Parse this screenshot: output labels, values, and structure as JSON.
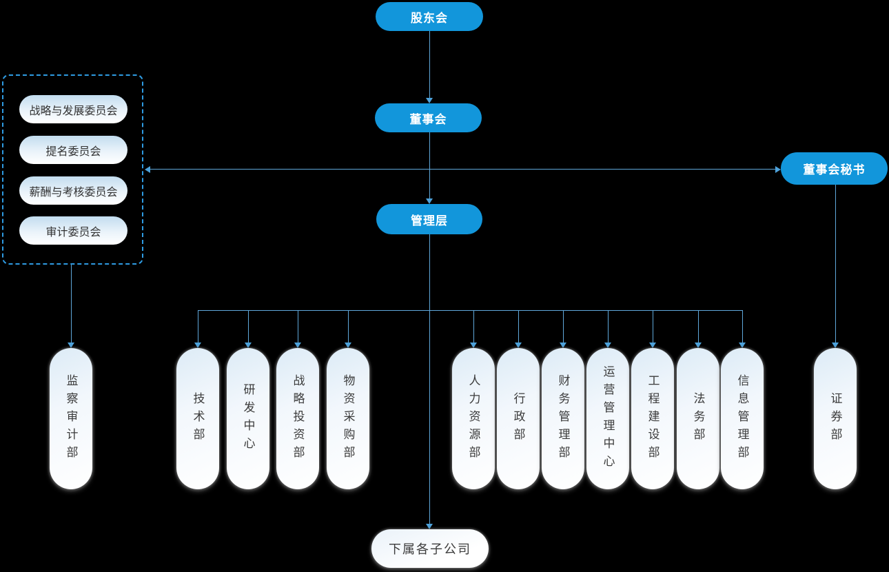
{
  "colors": {
    "background": "#000000",
    "node_fill_blue": "#1296db",
    "node_text_blue_pill": "#ffffff",
    "connector_line": "#60a9dc",
    "arrowhead": "#4da2db",
    "dashed_border": "#2f9ce3",
    "light_pill_gradient_top": "#c2dcef",
    "light_pill_text": "#3b3b3b"
  },
  "nodes": {
    "shareholders": {
      "label": "股东会"
    },
    "board": {
      "label": "董事会"
    },
    "board_secretary": {
      "label": "董事会秘书"
    },
    "management": {
      "label": "管理层"
    },
    "subsidiaries": {
      "label": "下属各子公司"
    }
  },
  "committees": [
    {
      "label": "战略与发展委员会"
    },
    {
      "label": "提名委员会"
    },
    {
      "label": "薪酬与考核委员会"
    },
    {
      "label": "审计委员会"
    }
  ],
  "departments": [
    {
      "label": "监察审计部"
    },
    {
      "label": "技术部"
    },
    {
      "label": "研发中心"
    },
    {
      "label": "战略投资部"
    },
    {
      "label": "物资采购部"
    },
    {
      "label": "人力资源部"
    },
    {
      "label": "行政部"
    },
    {
      "label": "财务管理部"
    },
    {
      "label": "运营管理中心"
    },
    {
      "label": "工程建设部"
    },
    {
      "label": "法务部"
    },
    {
      "label": "信息管理部"
    },
    {
      "label": "证券部"
    }
  ]
}
